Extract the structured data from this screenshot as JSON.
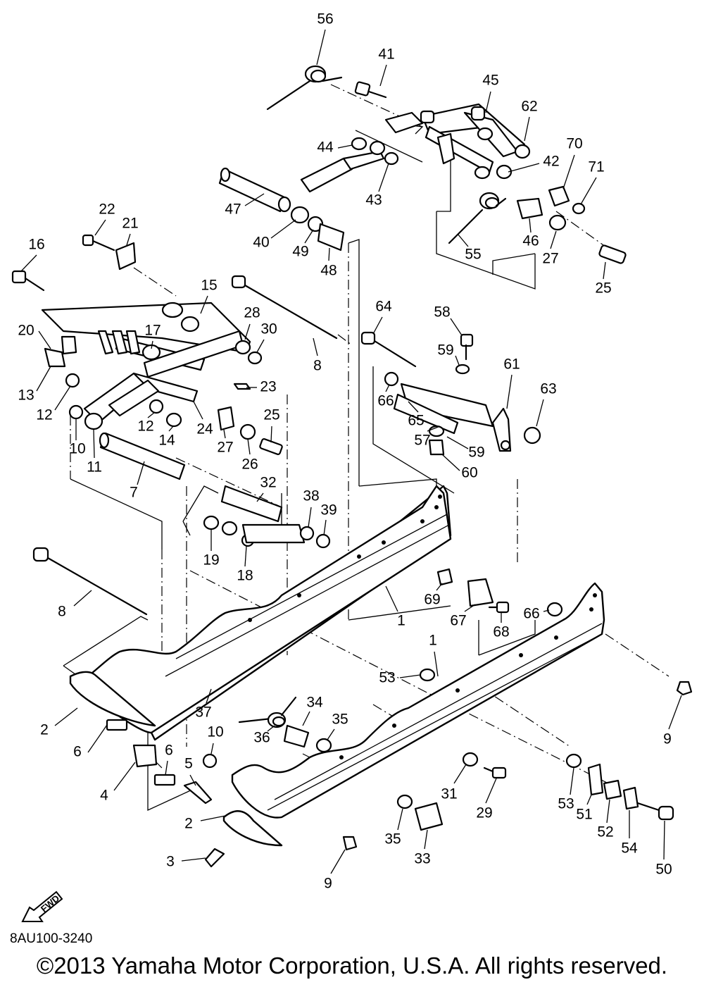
{
  "diagram": {
    "callouts": [
      {
        "id": "56",
        "label": "56"
      },
      {
        "id": "41",
        "label": "41"
      },
      {
        "id": "45",
        "label": "45"
      },
      {
        "id": "62",
        "label": "62"
      },
      {
        "id": "70",
        "label": "70"
      },
      {
        "id": "71",
        "label": "71"
      },
      {
        "id": "44",
        "label": "44"
      },
      {
        "id": "42",
        "label": "42"
      },
      {
        "id": "43",
        "label": "43"
      },
      {
        "id": "47",
        "label": "47"
      },
      {
        "id": "40",
        "label": "40"
      },
      {
        "id": "49",
        "label": "49"
      },
      {
        "id": "48",
        "label": "48"
      },
      {
        "id": "55",
        "label": "55"
      },
      {
        "id": "46",
        "label": "46"
      },
      {
        "id": "27a",
        "label": "27"
      },
      {
        "id": "25a",
        "label": "25"
      },
      {
        "id": "22",
        "label": "22"
      },
      {
        "id": "21",
        "label": "21"
      },
      {
        "id": "16",
        "label": "16"
      },
      {
        "id": "15",
        "label": "15"
      },
      {
        "id": "28",
        "label": "28"
      },
      {
        "id": "30",
        "label": "30"
      },
      {
        "id": "8a",
        "label": "8"
      },
      {
        "id": "64",
        "label": "64"
      },
      {
        "id": "58",
        "label": "58"
      },
      {
        "id": "59a",
        "label": "59"
      },
      {
        "id": "61",
        "label": "61"
      },
      {
        "id": "63",
        "label": "63"
      },
      {
        "id": "20",
        "label": "20"
      },
      {
        "id": "17",
        "label": "17"
      },
      {
        "id": "13",
        "label": "13"
      },
      {
        "id": "23",
        "label": "23"
      },
      {
        "id": "66a",
        "label": "66"
      },
      {
        "id": "65",
        "label": "65"
      },
      {
        "id": "57",
        "label": "57"
      },
      {
        "id": "59b",
        "label": "59"
      },
      {
        "id": "60",
        "label": "60"
      },
      {
        "id": "12a",
        "label": "12"
      },
      {
        "id": "12b",
        "label": "12"
      },
      {
        "id": "14",
        "label": "14"
      },
      {
        "id": "24",
        "label": "24"
      },
      {
        "id": "27b",
        "label": "27"
      },
      {
        "id": "25b",
        "label": "25"
      },
      {
        "id": "26",
        "label": "26"
      },
      {
        "id": "10a",
        "label": "10"
      },
      {
        "id": "11",
        "label": "11"
      },
      {
        "id": "7",
        "label": "7"
      },
      {
        "id": "32",
        "label": "32"
      },
      {
        "id": "38",
        "label": "38"
      },
      {
        "id": "39",
        "label": "39"
      },
      {
        "id": "19",
        "label": "19"
      },
      {
        "id": "18",
        "label": "18"
      },
      {
        "id": "1a",
        "label": "1"
      },
      {
        "id": "69",
        "label": "69"
      },
      {
        "id": "67",
        "label": "67"
      },
      {
        "id": "68",
        "label": "68"
      },
      {
        "id": "66b",
        "label": "66"
      },
      {
        "id": "8b",
        "label": "8"
      },
      {
        "id": "1b",
        "label": "1"
      },
      {
        "id": "53a",
        "label": "53"
      },
      {
        "id": "9a",
        "label": "9"
      },
      {
        "id": "37",
        "label": "37"
      },
      {
        "id": "34",
        "label": "34"
      },
      {
        "id": "2a",
        "label": "2"
      },
      {
        "id": "36",
        "label": "36"
      },
      {
        "id": "35a",
        "label": "35"
      },
      {
        "id": "10b",
        "label": "10"
      },
      {
        "id": "6a",
        "label": "6"
      },
      {
        "id": "6b",
        "label": "6"
      },
      {
        "id": "5",
        "label": "5"
      },
      {
        "id": "4",
        "label": "4"
      },
      {
        "id": "31",
        "label": "31"
      },
      {
        "id": "29",
        "label": "29"
      },
      {
        "id": "53b",
        "label": "53"
      },
      {
        "id": "51",
        "label": "51"
      },
      {
        "id": "52",
        "label": "52"
      },
      {
        "id": "54",
        "label": "54"
      },
      {
        "id": "50",
        "label": "50"
      },
      {
        "id": "2b",
        "label": "2"
      },
      {
        "id": "35b",
        "label": "35"
      },
      {
        "id": "33",
        "label": "33"
      },
      {
        "id": "3",
        "label": "3"
      },
      {
        "id": "9b",
        "label": "9"
      }
    ]
  },
  "fwd_label": "FWD",
  "ref_code": "8AU100-3240",
  "copyright": "©2013 Yamaha Motor Corporation, U.S.A. All rights reserved."
}
